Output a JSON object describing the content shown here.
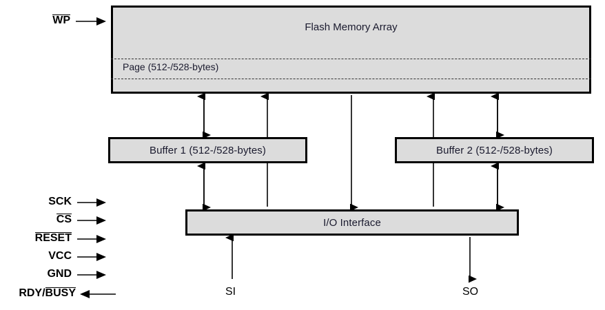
{
  "diagram": {
    "title": "Flash memory device block diagram",
    "colors": {
      "box_fill": "#dcdcdc",
      "box_border": "#000000",
      "background": "#ffffff",
      "text": "#1a1a2e"
    },
    "blocks": {
      "flash_array": {
        "label": "Flash Memory Array",
        "page_label": "Page (512-/528-bytes)"
      },
      "buffer1": {
        "label": "Buffer 1 (512-/528-bytes)"
      },
      "buffer2": {
        "label": "Buffer 2 (512-/528-bytes)"
      },
      "io_interface": {
        "label": "I/O Interface"
      }
    },
    "pins": {
      "write_protect": {
        "text": "WP",
        "overbar": true,
        "direction": "in"
      },
      "left_signals": [
        {
          "text": "SCK",
          "overbar": false,
          "direction": "in"
        },
        {
          "text": "CS",
          "overbar": true,
          "direction": "in"
        },
        {
          "text": "RESET",
          "overbar": true,
          "direction": "in"
        },
        {
          "text": "VCC",
          "overbar": false,
          "direction": "in"
        },
        {
          "text": "GND",
          "overbar": false,
          "direction": "in"
        },
        {
          "text_prefix": "RDY/",
          "text": "BUSY",
          "overbar": true,
          "direction": "out"
        }
      ],
      "serial_in": {
        "text": "SI",
        "direction": "in"
      },
      "serial_out": {
        "text": "SO",
        "direction": "out"
      }
    }
  }
}
